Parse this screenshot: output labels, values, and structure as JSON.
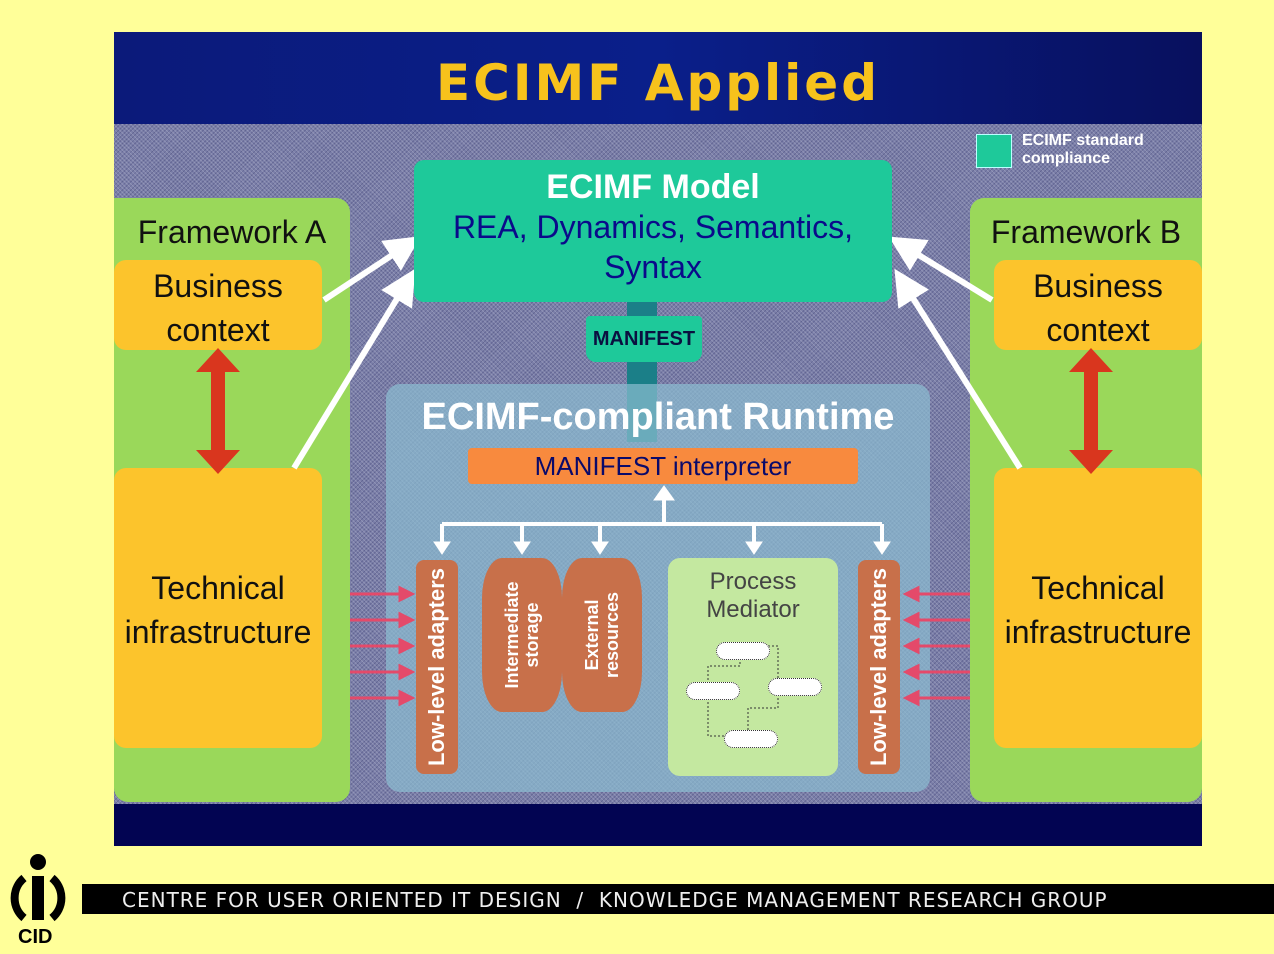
{
  "slide": {
    "title": "ECIMF Applied",
    "legend": {
      "label": "ECIMF standard compliance",
      "color": "#1ec99a"
    },
    "framework_a": {
      "title": "Framework A",
      "business_context": "Business context",
      "technical_infrastructure": "Technical infrastructure"
    },
    "framework_b": {
      "title": "Framework B",
      "business_context": "Business context",
      "technical_infrastructure": "Technical infrastructure"
    },
    "model": {
      "title": "ECIMF Model",
      "subtitle_line1": "REA, Dynamics, Semantics,",
      "subtitle_line2": "Syntax"
    },
    "manifest_label": "MANIFEST",
    "runtime": {
      "title": "ECIMF-compliant Runtime",
      "interpreter": "MANIFEST interpreter",
      "low_level_adapters": "Low-level adapters",
      "intermediate_storage": "Intermediate storage",
      "external_resources": "External resources",
      "process_mediator_line1": "Process",
      "process_mediator_line2": "Mediator"
    }
  },
  "footer": {
    "logo_label": "CID",
    "text": "CENTRE FOR USER ORIENTED IT DESIGN  /  KNOWLEDGE MANAGEMENT RESEARCH GROUP"
  },
  "colors": {
    "background": "#ffff99",
    "title": "#f7c21c",
    "framework": "#9ad85a",
    "context_box": "#fcc42c",
    "model": "#1ec99a",
    "interpreter": "#f88a3e",
    "adapter": "#c8704a",
    "mediator": "#c4e8a0"
  }
}
